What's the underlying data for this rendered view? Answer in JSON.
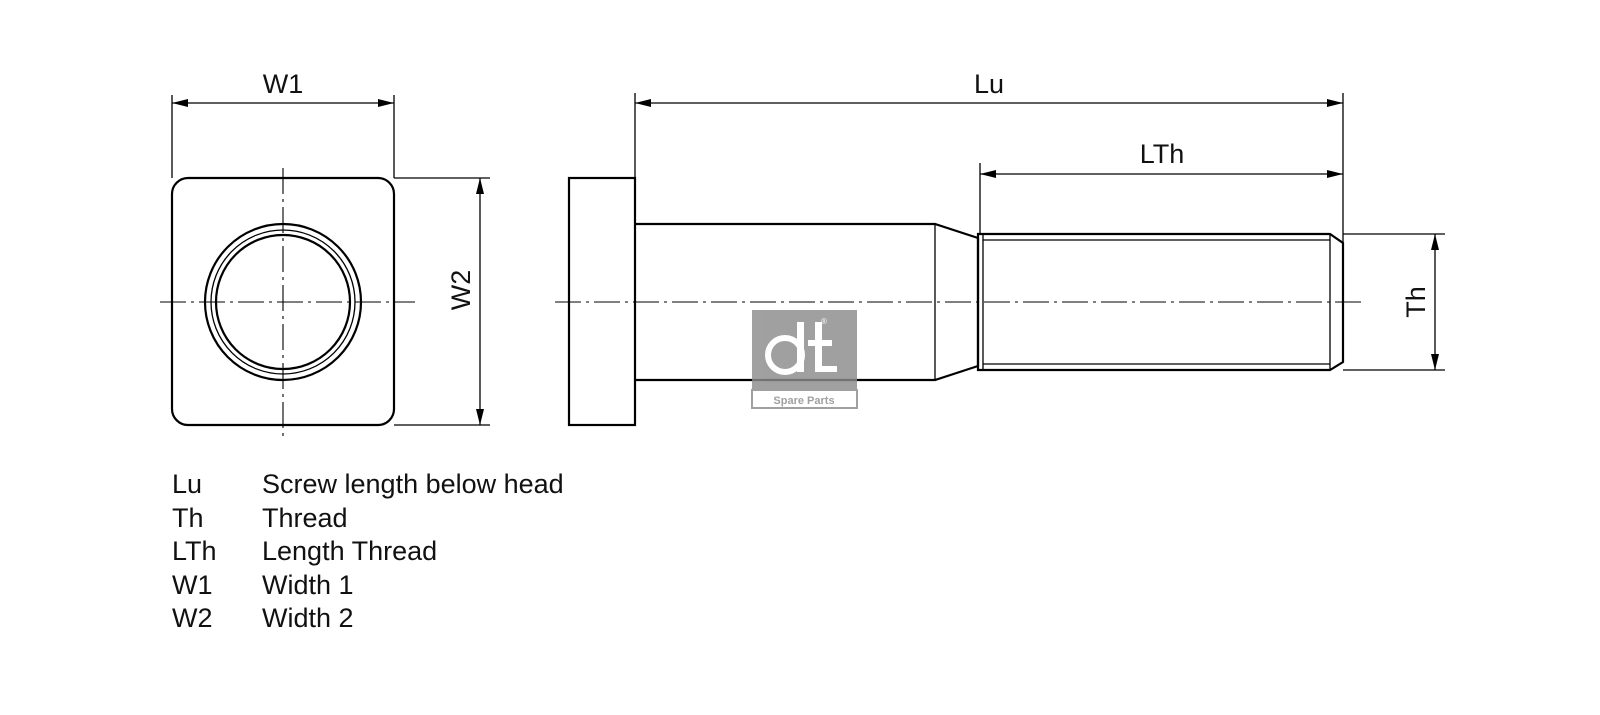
{
  "dimensions": {
    "w1": "W1",
    "w2": "W2",
    "lu": "Lu",
    "lth": "LTh",
    "th": "Th"
  },
  "legend": [
    {
      "key": "Lu",
      "desc": "Screw length below head"
    },
    {
      "key": "Th",
      "desc": "Thread"
    },
    {
      "key": "LTh",
      "desc": "Length Thread"
    },
    {
      "key": "W1",
      "desc": "Width 1"
    },
    {
      "key": "W2",
      "desc": "Width 2"
    }
  ],
  "watermark": {
    "label": "Spare Parts",
    "color": "#8c8c8c"
  }
}
